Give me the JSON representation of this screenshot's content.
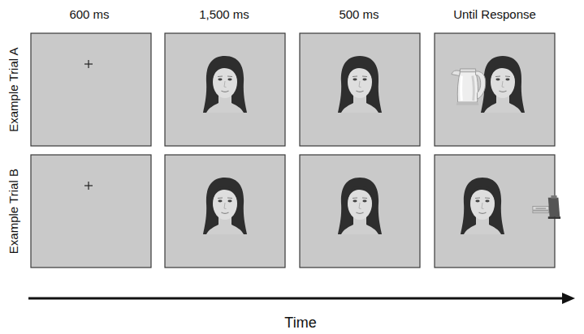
{
  "diagram": {
    "labels": [
      "600 ms",
      "1,500 ms",
      "500 ms",
      "Until Response",
      "Example Trial A",
      "Example Trial B",
      "Time"
    ]
  }
}
